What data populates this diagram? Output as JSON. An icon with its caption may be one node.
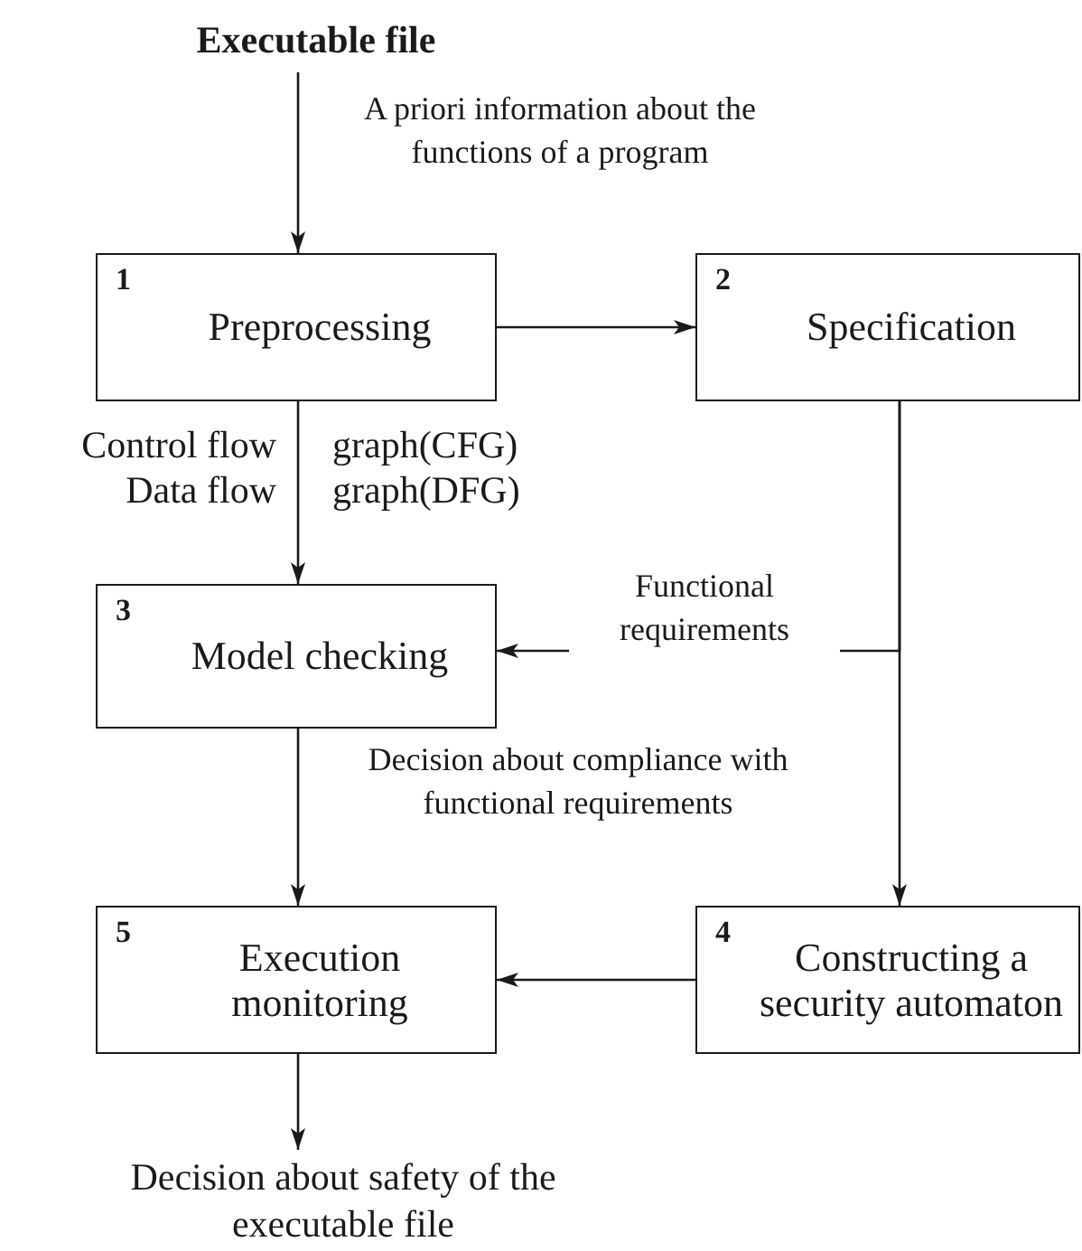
{
  "diagram": {
    "nodes": [
      {
        "text": [
          "Executable file"
        ]
      },
      {
        "text": [
          "1",
          "Preprocessing"
        ]
      },
      {
        "text": [
          "2",
          "Specification"
        ]
      },
      {
        "text": [
          "3",
          "Model checking"
        ]
      },
      {
        "text": [
          "5",
          "Execution monitoring"
        ]
      },
      {
        "text": [
          "4",
          "Constructing a security automaton"
        ]
      },
      {
        "text": [
          "Decision about safety of the executable file"
        ]
      }
    ],
    "edges": [
      {
        "from": 0,
        "to": 1,
        "arrow": "to",
        "label": "A priori information about the functions of a program"
      },
      {
        "from": 1,
        "to": 2,
        "arrow": "to"
      },
      {
        "from": 1,
        "to": 3,
        "arrow": "to"
      },
      {
        "from": 2,
        "to": 3,
        "arrow": "to",
        "label": "Functional requirements"
      },
      {
        "from": 2,
        "to": 5,
        "arrow": "to"
      },
      {
        "from": 3,
        "to": 4,
        "arrow": "to",
        "label": "Decision about compliance with functional requirements"
      },
      {
        "from": 5,
        "to": 4,
        "arrow": "to"
      },
      {
        "from": 4,
        "to": 6,
        "arrow": "to"
      }
    ],
    "labels": [
      "Control flow",
      "graph(CFG)",
      "Data flow",
      "graph(DFG)"
    ]
  }
}
